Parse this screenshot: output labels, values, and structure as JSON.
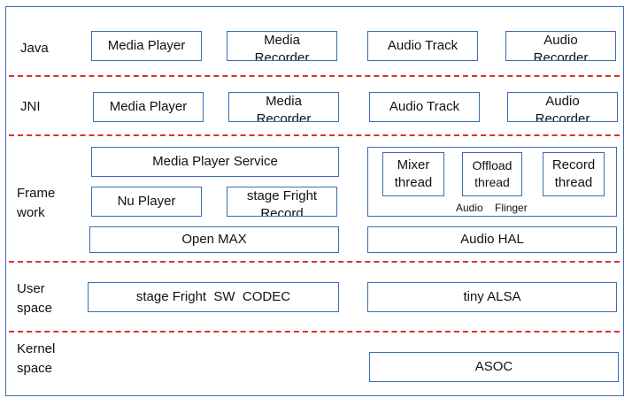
{
  "layers": {
    "java": "Java",
    "jni": "JNI",
    "framework": "Frame\nwork",
    "user_space": "User\nspace",
    "kernel_space": "Kernel\nspace"
  },
  "java_row": {
    "media_player": "Media Player",
    "media_recorder": "Media\nRecorder",
    "audio_track": "Audio Track",
    "audio_recorder": "Audio\nRecorder"
  },
  "jni_row": {
    "media_player": "Media Player",
    "media_recorder": "Media\nRecorder",
    "audio_track": "Audio Track",
    "audio_recorder": "Audio\nRecorder"
  },
  "framework_row": {
    "media_player_service": "Media Player Service",
    "nu_player": "Nu Player",
    "stagefright_record": "stage Fright\nRecord",
    "open_max": "Open MAX",
    "mixer_thread": "Mixer\nthread",
    "offload_thread": "Offload\nthread",
    "record_thread": "Record\nthread",
    "audio_flinger": "Audio    Flinger",
    "audio_hal": "Audio HAL"
  },
  "user_space_row": {
    "sw_codec": "stage Fright  SW  CODEC",
    "tiny_alsa": "tiny ALSA"
  },
  "kernel_row": {
    "asoc": "ASOC"
  }
}
